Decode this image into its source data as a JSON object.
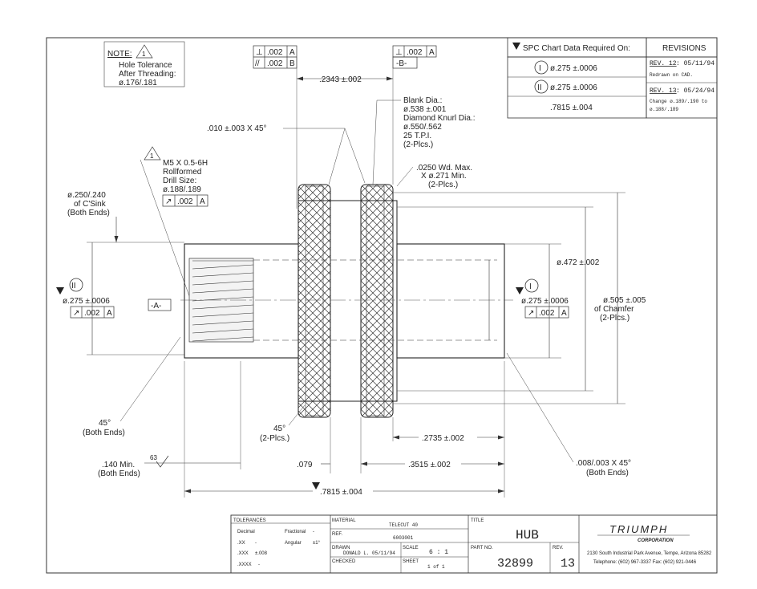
{
  "note": {
    "label": "NOTE:",
    "num": "1",
    "lines": [
      "Hole Tolerance",
      "After Threading:",
      "ø.176/.181"
    ]
  },
  "spc": {
    "header": "SPC Chart Data Required On:",
    "rows": [
      {
        "marker": "I",
        "value": "ø.275 ±.0006"
      },
      {
        "marker": "II",
        "value": "ø.275 ±.0006"
      },
      {
        "marker": "",
        "value": ".7815 ±.004"
      }
    ]
  },
  "revisions": {
    "header": "REVISIONS",
    "entries": [
      {
        "rev": "REV. 12",
        "date": ": 05/11/94",
        "desc": [
          "Redrawn on CAD."
        ]
      },
      {
        "rev": "REV. 13",
        "date": ": 05/24/94",
        "desc": [
          "Change ø.189/.190 to",
          "ø.188/.189"
        ]
      }
    ]
  },
  "fcf": {
    "perp": "⊥",
    "parallel": "//",
    "runout": "↗",
    "tol": ".002",
    "datum_a": "A",
    "datum_b": "B",
    "datum_b_id": "-B-",
    "datum_a_id": "-A-"
  },
  "callouts": {
    "dim_2343": ".2343 ±.002",
    "chamfer_010": ".010 ±.003 X 45°",
    "blank_lines": [
      "Blank Dia.:",
      "ø.538 ±.001",
      "Diamond Knurl Dia.:",
      "ø.550/.562",
      "25 T.P.I.",
      "(2-Plcs.)"
    ],
    "groove_lines": [
      ".0250 Wd. Max.",
      "X ø.271 Min.",
      "(2-Plcs.)"
    ],
    "thread_num": "1",
    "thread_lines": [
      "M5 X 0.5-6H",
      "Rollformed",
      "Drill Size:",
      "ø.188/.189"
    ],
    "csink_lines": [
      "ø.250/.240",
      "of C'Sink",
      "(Both Ends)"
    ],
    "left_marker": "II",
    "left_dia": "ø.275 ±.0006",
    "right_marker": "I",
    "right_dia": "ø.275 ±.0006",
    "dia_472": "ø.472 ±.002",
    "dia_505_lines": [
      "ø.505 ±.005",
      "of Chamfer",
      "(2-Plcs.)"
    ],
    "angle_left_lines": [
      "45°",
      "(Both Ends)"
    ],
    "angle_mid_lines": [
      "45°",
      "(2-Plcs.)"
    ],
    "finish": "63",
    "dim_140_lines": [
      ".140 Min.",
      "(Both Ends)"
    ],
    "dim_079": ".079",
    "dim_3515": ".3515 ±.002",
    "dim_2735": ".2735 ±.002",
    "chamfer_008_lines": [
      ".008/.003 X 45°",
      "(Both Ends)"
    ],
    "overall": ".7815 ±.004"
  },
  "title_block": {
    "tolerances": "TOLERANCES",
    "decimal": "Decimal",
    "fractional": "Fractional",
    "fractional_val": "-",
    "angular": "Angular",
    "angular_val": "±1°",
    "xx": ".XX",
    "xx_val": "-",
    "xxx": ".XXX",
    "xxx_val": "±.008",
    "xxxx": ".XXXX",
    "xxxx_val": "-",
    "material_label": "MATERIAL",
    "material": "TELECUT 40",
    "ref_label": "REF.",
    "ref": "6003001",
    "drawn_label": "DRAWN",
    "drawn": "DONALD L. 05/11/94",
    "checked_label": "CHECKED",
    "scale_label": "SCALE",
    "scale": "6 : 1",
    "sheet_label": "SHEET",
    "sheet": "1 of 1",
    "title_label": "TITLE",
    "title": "HUB",
    "part_label": "PART NO.",
    "part": "32899",
    "rev_label": "REV.",
    "rev": "13",
    "company": "TRIUMPH",
    "company_sub": "CORPORATION",
    "address": "2130 South Industrial Park Avenue, Tempe, Arizona 85282",
    "phone": "Telephone: (602) 967-3337    Fax: (602) 921-0446"
  }
}
